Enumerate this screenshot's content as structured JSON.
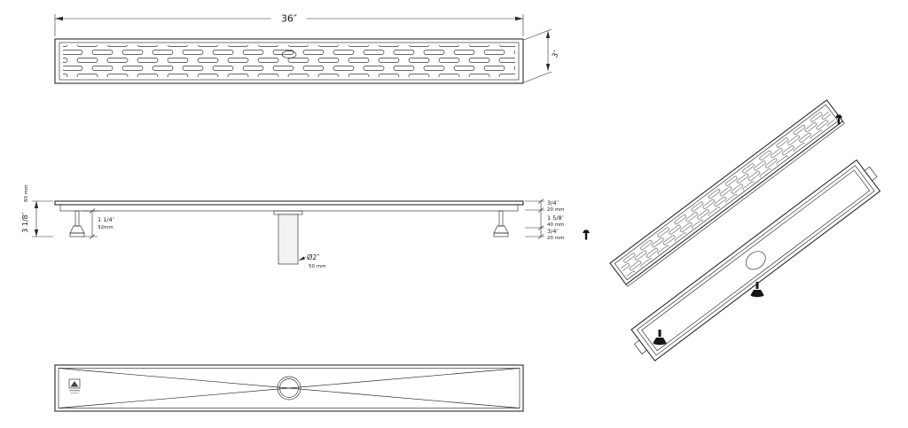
{
  "dims": {
    "top_width": "36″",
    "top_depth": "3″",
    "overall_height_in": "3 1/8″",
    "overall_height_mm": "80 mm",
    "foot_height_in": "1 1/4″",
    "foot_height_mm": "32mm",
    "outlet_diameter_in": "Ø2″",
    "outlet_diameter_mm": "50 mm",
    "right_stack": [
      {
        "in": "3/4″",
        "mm": "20 mm"
      },
      {
        "in": "1 5/8″",
        "mm": "40 mm"
      },
      {
        "in": "3/4″",
        "mm": "20 mm"
      }
    ]
  }
}
